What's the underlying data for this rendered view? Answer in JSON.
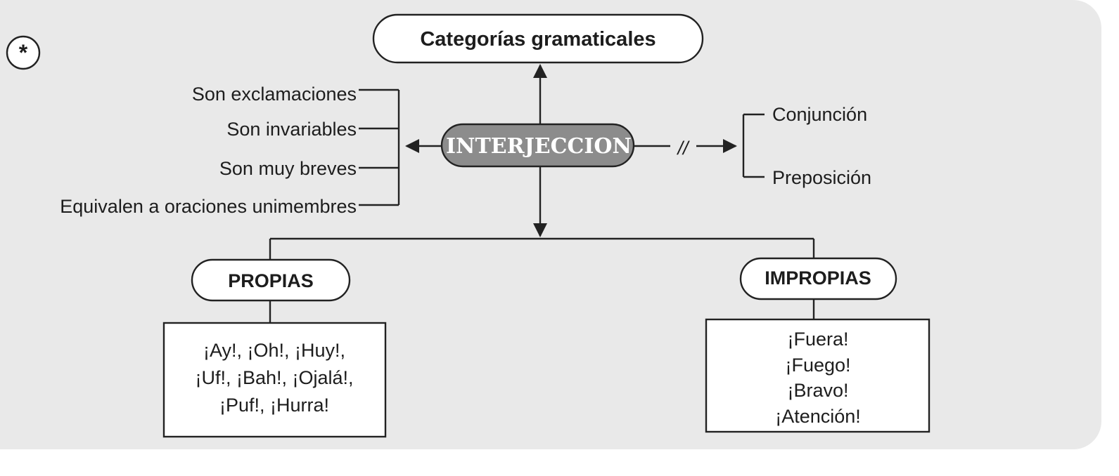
{
  "marker": "*",
  "category_node": "Categorías  gramaticales",
  "center_node": "INTERJECCION",
  "characteristics": [
    "Son exclamaciones",
    "Son invariables",
    "Son muy breves",
    "Equivalen a oraciones unimembres"
  ],
  "not_equal_symbol": "//",
  "not_equal_to": [
    "Conjunción",
    "Preposición"
  ],
  "propias": {
    "title": "PROPIAS",
    "lines": [
      "¡Ay!, ¡Oh!, ¡Huy!,",
      "¡Uf!, ¡Bah!, ¡Ojalá!,",
      "¡Puf!, ¡Hurra!"
    ]
  },
  "impropias": {
    "title": "IMPROPIAS",
    "lines": [
      "¡Fuera!",
      "¡Fuego!",
      "¡Bravo!",
      "¡Atención!"
    ]
  },
  "colors": {
    "panel": "#e9e9e9",
    "center_fill": "#8c8c8c",
    "line": "#222222"
  }
}
